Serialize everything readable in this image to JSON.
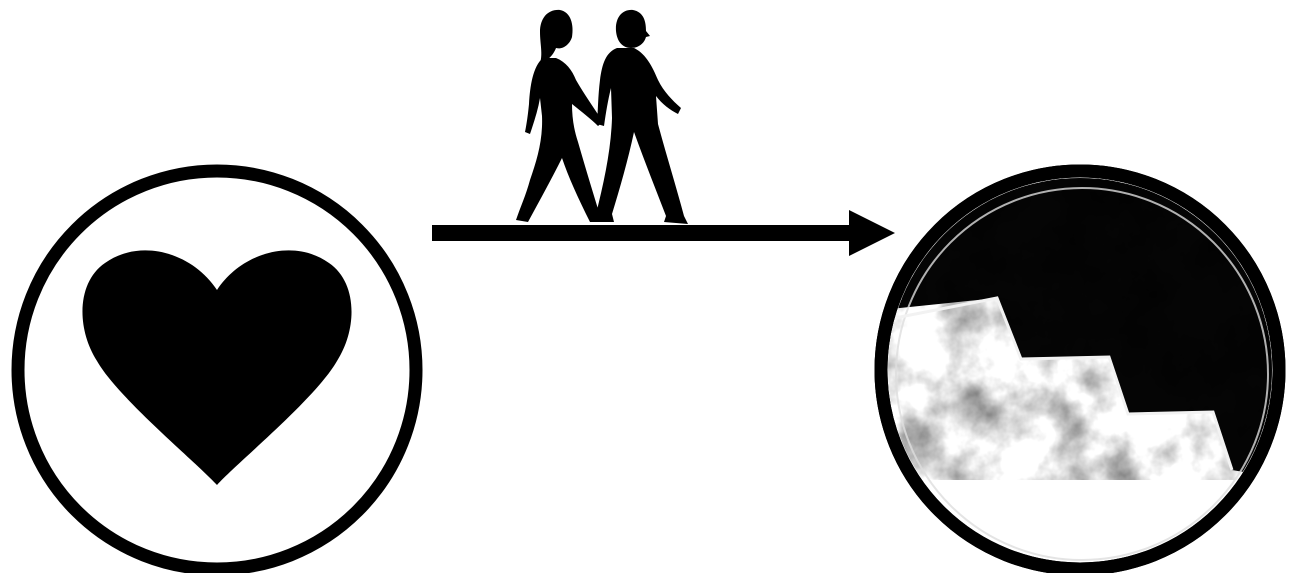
{
  "diagram": {
    "nodes": [
      {
        "id": "start",
        "icon": "heart-icon"
      },
      {
        "id": "end",
        "icon": "broken-dark-texture-icon"
      }
    ],
    "edges": [
      {
        "from": "start",
        "to": "end",
        "icon": "walking-couple-icon"
      }
    ],
    "colors": {
      "ink": "#000000",
      "background": "#ffffff",
      "texture_light": "#9a9a9a",
      "texture_mid": "#4a4a4a"
    }
  }
}
